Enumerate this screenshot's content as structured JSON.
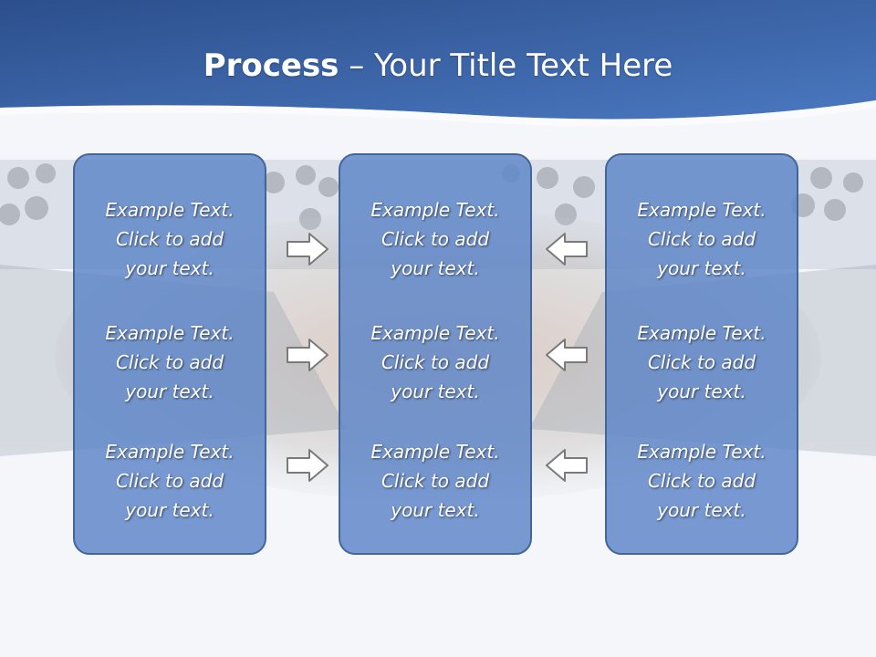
{
  "title": {
    "bold": "Process",
    "rest": " – Your Title Text Here"
  },
  "columns": [
    {
      "blocks": [
        {
          "line1": "Example Text.",
          "line2": "Click  to add",
          "line3": "your text."
        },
        {
          "line1": "Example Text.",
          "line2": "Click  to add",
          "line3": "your text."
        },
        {
          "line1": "Example Text.",
          "line2": "Click  to add",
          "line3": "your text."
        }
      ]
    },
    {
      "blocks": [
        {
          "line1": "Example Text.",
          "line2": "Click  to add",
          "line3": "your text."
        },
        {
          "line1": "Example Text.",
          "line2": "Click  to add",
          "line3": "your text."
        },
        {
          "line1": "Example Text.",
          "line2": "Click  to add",
          "line3": "your text."
        }
      ]
    },
    {
      "blocks": [
        {
          "line1": "Example Text.",
          "line2": "Click  to add",
          "line3": "your text."
        },
        {
          "line1": "Example Text.",
          "line2": "Click  to add",
          "line3": "your text."
        },
        {
          "line1": "Example Text.",
          "line2": "Click  to add",
          "line3": "your text."
        }
      ]
    }
  ],
  "arrows": {
    "left_group": "right-arrow-icon",
    "right_group": "left-arrow-icon"
  },
  "colors": {
    "header_blue": "#3a64a8",
    "box_fill": "#6f93cc",
    "box_border": "#42659a",
    "arrow_stroke": "#7a7a7a"
  }
}
